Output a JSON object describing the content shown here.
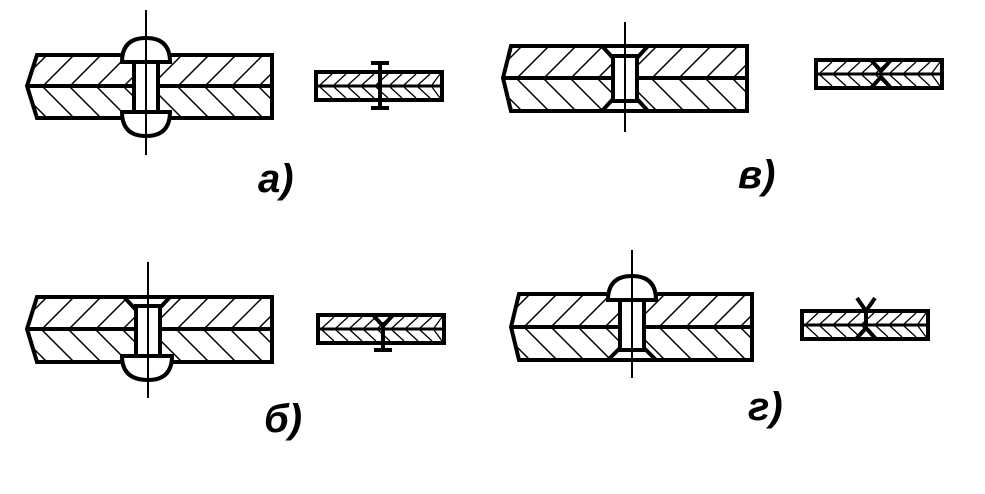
{
  "figure": {
    "panels": [
      {
        "id": "a",
        "label": "а)",
        "rivet": "round-round",
        "symbol": "round-round"
      },
      {
        "id": "b",
        "label": "б)",
        "rivet": "countersunk-round",
        "symbol": "countersunk-round"
      },
      {
        "id": "v",
        "label": "в)",
        "rivet": "countersunk-countersunk",
        "symbol": "countersunk-countersunk"
      },
      {
        "id": "g",
        "label": "г)",
        "rivet": "round-countersunk",
        "symbol": "round-countersunk"
      }
    ],
    "colors": {
      "ink": "#000000",
      "background": "#ffffff"
    }
  }
}
